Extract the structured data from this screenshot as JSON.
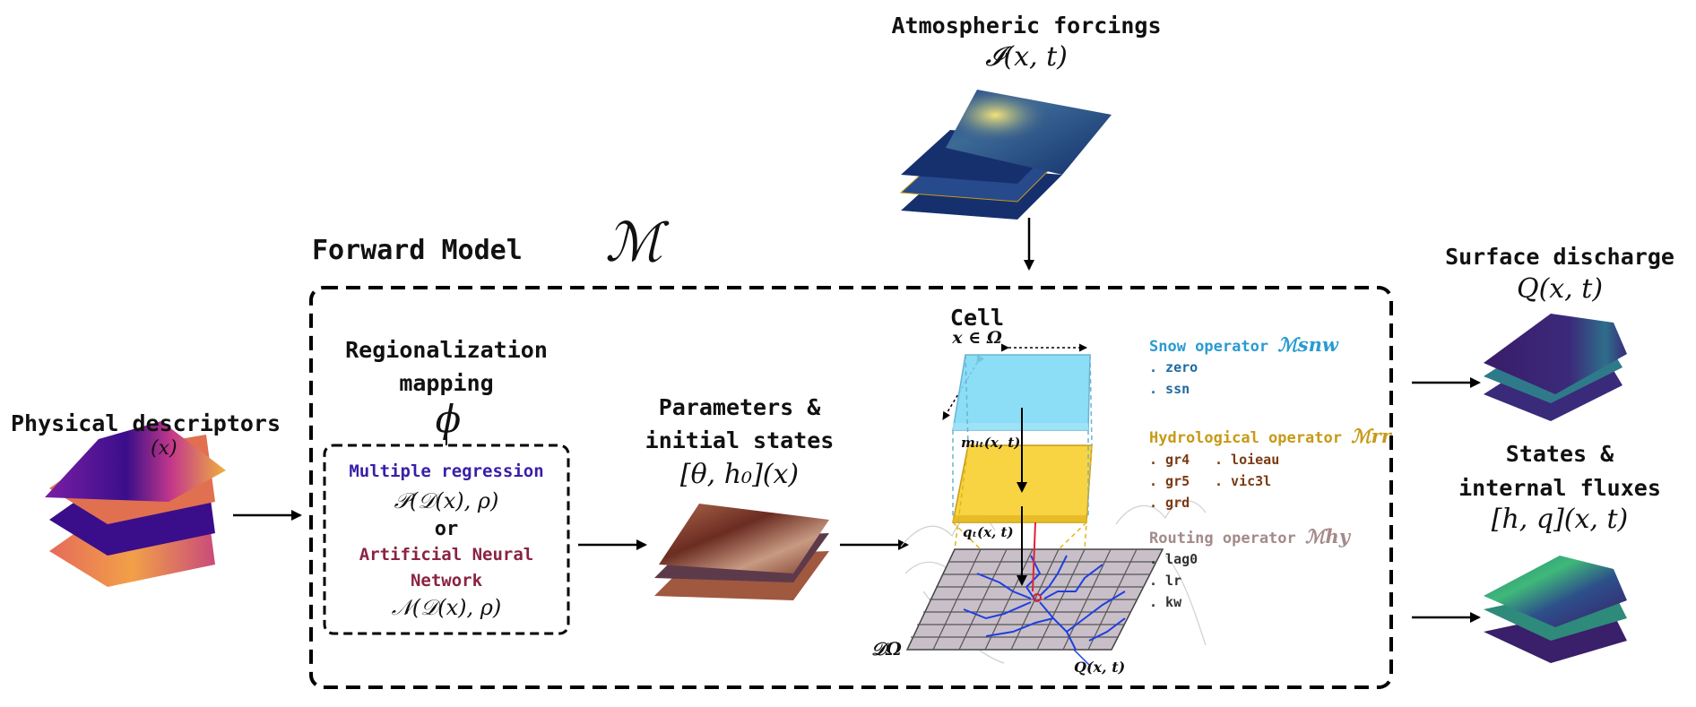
{
  "atmospheric": {
    "title": "Atmospheric forcings",
    "symbol": "𝓘(x, t)"
  },
  "forward_model": {
    "title": "Forward Model",
    "symbol": "ℳ"
  },
  "physical": {
    "title": "Physical descriptors",
    "symbol": "(x)"
  },
  "regionalization": {
    "title_line1": "Regionalization",
    "title_line2": "mapping",
    "symbol": "ϕ",
    "method1": "Multiple regression",
    "formula1": "𝒫(𝒟(x), ρ)",
    "or": "or",
    "method2_line1": "Artificial Neural",
    "method2_line2": "Network",
    "formula2": "𝒩(𝒟(x), ρ)"
  },
  "parameters": {
    "line1": "Parameters &",
    "line2": "initial states",
    "symbol": "[θ, h₀](x)"
  },
  "cell": {
    "title": "Cell",
    "symbol": "x ∈ Ω",
    "mlt": "mₗₜ(x, t)",
    "qt": "qₜ(x, t)",
    "domain": "𝒟Ω",
    "outlet": "Q(x, t)"
  },
  "operators": {
    "snow": {
      "label": "Snow operator",
      "symbol": "ℳsnw",
      "items": [
        ". zero",
        ". ssn"
      ],
      "color": "#2a9bd1"
    },
    "hydro": {
      "label": "Hydrological operator",
      "symbol": "ℳrr",
      "items_col1": [
        ". gr4",
        ". gr5",
        ". grd"
      ],
      "items_col2": [
        ". loieau",
        ". vic3l"
      ],
      "color": "#c79a17"
    },
    "routing": {
      "label": "Routing operator",
      "symbol": "ℳhy",
      "items": [
        ". lag0",
        ". lr",
        ". kw"
      ],
      "color": "#a48a8a"
    }
  },
  "discharge": {
    "title": "Surface discharge",
    "symbol": "Q(x, t)"
  },
  "states": {
    "line1": "States &",
    "line2": "internal fluxes",
    "symbol": "[h, q](x, t)"
  },
  "colors": {
    "method1": "#3b1ea8",
    "method2": "#8a2342",
    "snow_plane": "#7fd9f5",
    "hydro_plane": "#f7cf2e",
    "grid_plane": "#c9bfc9",
    "river": "#1f3fe0"
  }
}
